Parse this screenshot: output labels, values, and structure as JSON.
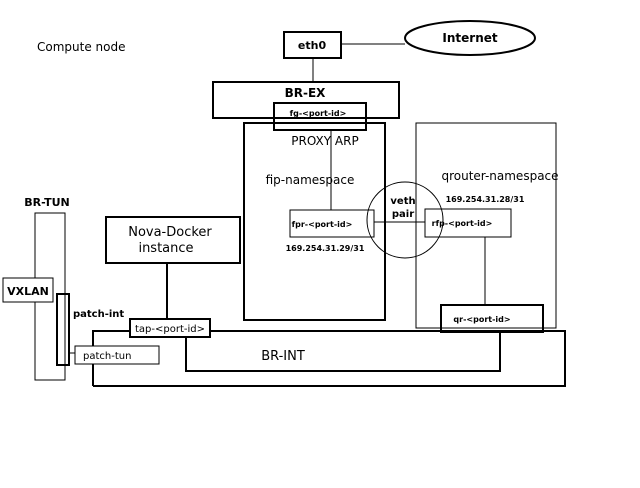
{
  "title": "Compute node",
  "nodes": {
    "eth0": "eth0",
    "internet": "Internet",
    "br_ex": "BR-EX",
    "fg_port": "fg-<port-id>",
    "proxy_arp": "PROXY ARP",
    "fip_namespace": "fip-namespace",
    "fpr_port": "fpr-<port-id>",
    "fpr_ip": "169.254.31.29/31",
    "veth_pair": [
      "veth",
      "pair"
    ],
    "qrouter_namespace": "qrouter-namespace",
    "rfp_ip": "169.254.31.28/31",
    "rfp_port": "rfp-<port-id>",
    "qr_port": "qr-<port-id>",
    "nova_docker": [
      "Nova-Docker",
      "instance"
    ],
    "tap_port": "tap-<port-id>",
    "br_int": "BR-INT",
    "br_tun": "BR-TUN",
    "vxlan": "VXLAN",
    "patch_int": "patch-int",
    "patch_tun": "patch-tun"
  }
}
